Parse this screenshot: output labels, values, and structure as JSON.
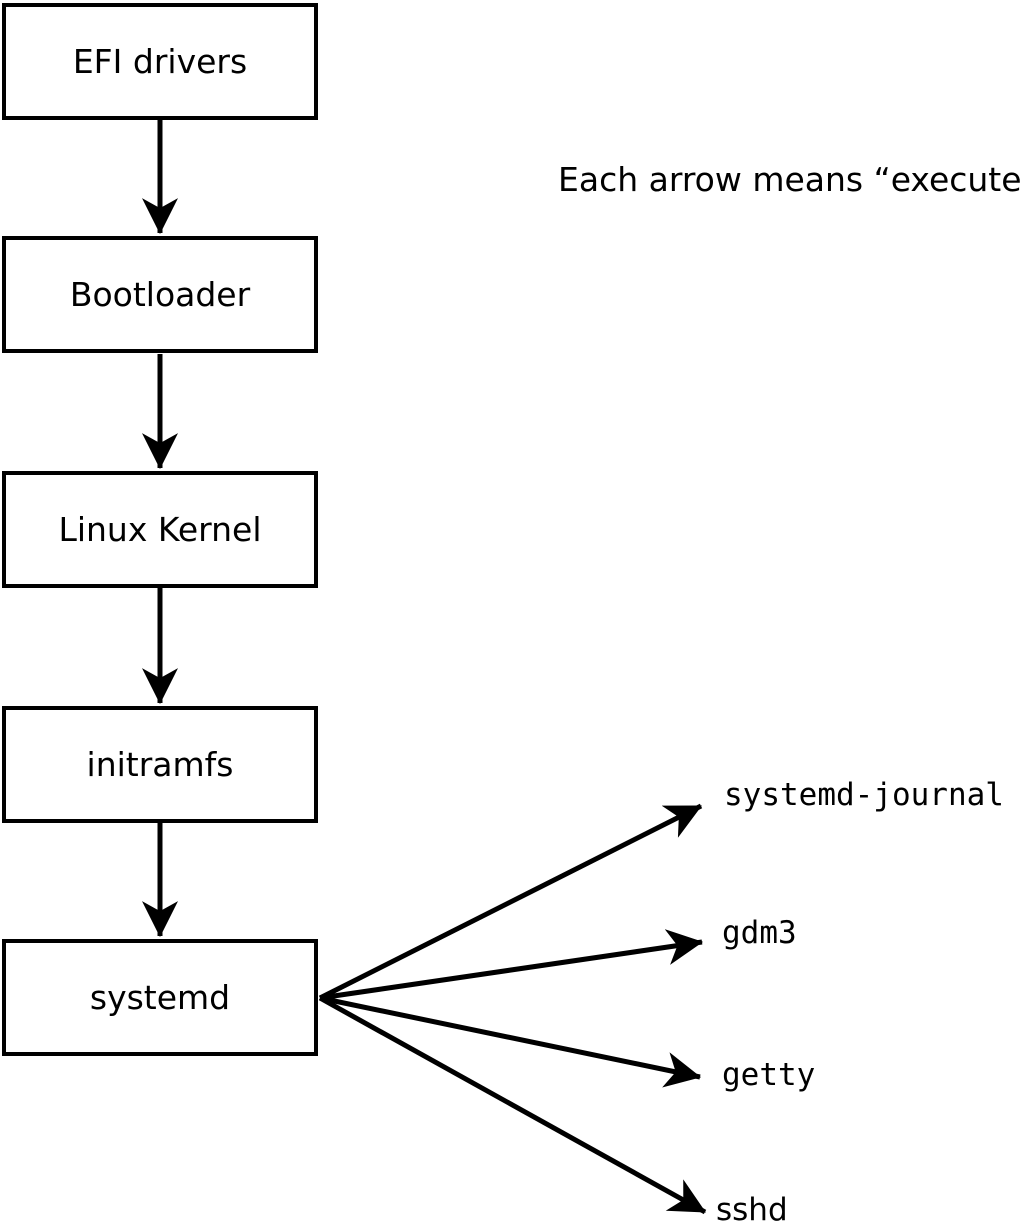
{
  "note": "Each arrow means “executes”.",
  "diagram": {
    "boot_chain": [
      {
        "label": "EFI drivers"
      },
      {
        "label": "Bootloader"
      },
      {
        "label": "Linux Kernel"
      },
      {
        "label": "initramfs"
      },
      {
        "label": "systemd"
      }
    ],
    "spawned_processes": [
      {
        "label": "systemd-journal"
      },
      {
        "label": "gdm3"
      },
      {
        "label": "getty"
      },
      {
        "label": "sshd"
      }
    ],
    "connections": [
      {
        "from": "EFI drivers",
        "to": "Bootloader"
      },
      {
        "from": "Bootloader",
        "to": "Linux Kernel"
      },
      {
        "from": "Linux Kernel",
        "to": "initramfs"
      },
      {
        "from": "initramfs",
        "to": "systemd"
      },
      {
        "from": "systemd",
        "to": "systemd-journal"
      },
      {
        "from": "systemd",
        "to": "gdm3"
      },
      {
        "from": "systemd",
        "to": "getty"
      },
      {
        "from": "systemd",
        "to": "sshd"
      }
    ]
  },
  "colors": {
    "background": "#ffffff",
    "line": "#000000",
    "text": "#000000"
  }
}
